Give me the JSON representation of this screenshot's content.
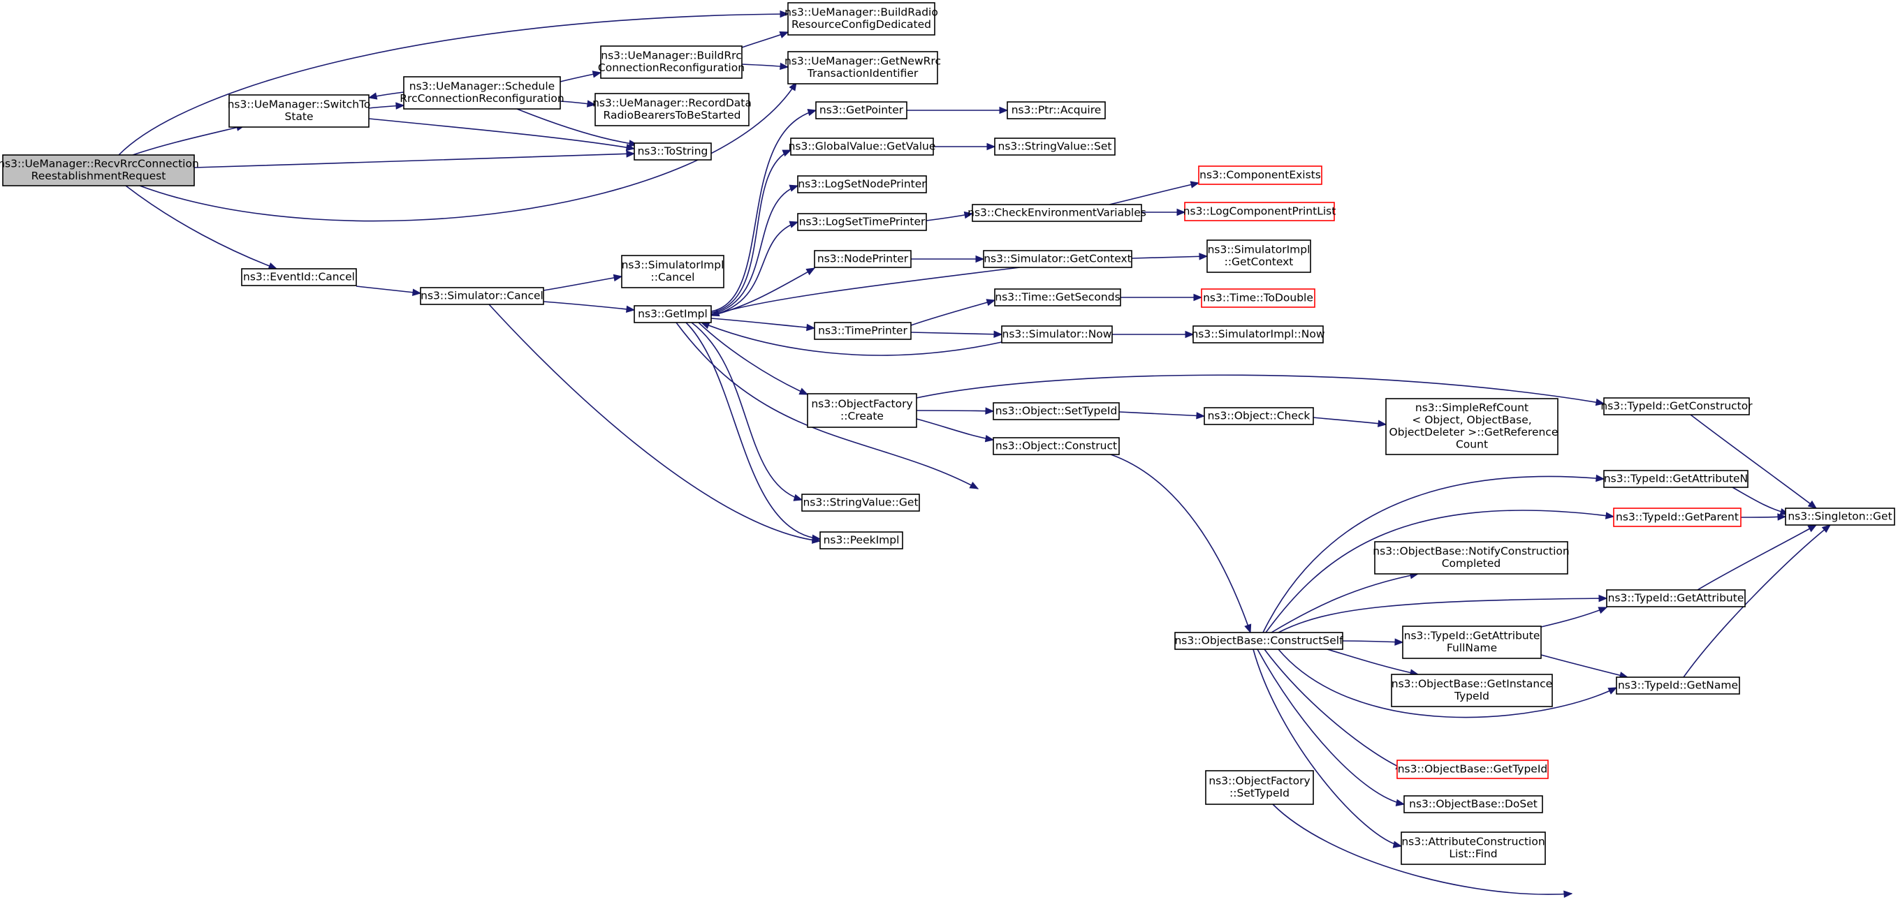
{
  "colors": {
    "edge": "#191970",
    "node_border": "#000000",
    "truncated_border": "#ff0000",
    "root_fill": "#bfbfbf",
    "node_fill": "#ffffff"
  },
  "nodes": [
    {
      "id": "root",
      "lines": [
        "ns3::UeManager::RecvRrcConnection",
        "ReestablishmentRequest"
      ],
      "kind": "root"
    },
    {
      "id": "switchTo",
      "lines": [
        "ns3::UeManager::SwitchTo",
        "State"
      ]
    },
    {
      "id": "schedRrc",
      "lines": [
        "ns3::UeManager::Schedule",
        "RrcConnectionReconfiguration"
      ]
    },
    {
      "id": "buildRrc",
      "lines": [
        "ns3::UeManager::BuildRrc",
        "ConnectionReconfiguration"
      ]
    },
    {
      "id": "buildRadio",
      "lines": [
        "ns3::UeManager::BuildRadio",
        "ResourceConfigDedicated"
      ]
    },
    {
      "id": "getNewRrc",
      "lines": [
        "ns3::UeManager::GetNewRrc",
        "TransactionIdentifier"
      ]
    },
    {
      "id": "recordData",
      "lines": [
        "ns3::UeManager::RecordData",
        "RadioBearersToBeStarted"
      ]
    },
    {
      "id": "toString",
      "lines": [
        "ns3::ToString"
      ]
    },
    {
      "id": "eventCancel",
      "lines": [
        "ns3::EventId::Cancel"
      ]
    },
    {
      "id": "simCancel",
      "lines": [
        "ns3::Simulator::Cancel"
      ]
    },
    {
      "id": "simImplCancel",
      "lines": [
        "ns3::SimulatorImpl",
        "::Cancel"
      ]
    },
    {
      "id": "getImpl",
      "lines": [
        "ns3::GetImpl"
      ]
    },
    {
      "id": "getPointer",
      "lines": [
        "ns3::GetPointer"
      ]
    },
    {
      "id": "ptrAcquire",
      "lines": [
        "ns3::Ptr::Acquire"
      ]
    },
    {
      "id": "gvGetValue",
      "lines": [
        "ns3::GlobalValue::GetValue"
      ]
    },
    {
      "id": "svSet",
      "lines": [
        "ns3::StringValue::Set"
      ]
    },
    {
      "id": "logNode",
      "lines": [
        "ns3::LogSetNodePrinter"
      ]
    },
    {
      "id": "logTime",
      "lines": [
        "ns3::LogSetTimePrinter"
      ]
    },
    {
      "id": "checkEnv",
      "lines": [
        "ns3::CheckEnvironmentVariables"
      ]
    },
    {
      "id": "compExists",
      "lines": [
        "ns3::ComponentExists"
      ],
      "kind": "trunc"
    },
    {
      "id": "logCompPrint",
      "lines": [
        "ns3::LogComponentPrintList"
      ],
      "kind": "trunc"
    },
    {
      "id": "nodePrinter",
      "lines": [
        "ns3::NodePrinter"
      ]
    },
    {
      "id": "simGetContext",
      "lines": [
        "ns3::Simulator::GetContext"
      ]
    },
    {
      "id": "simImplGetContext",
      "lines": [
        "ns3::SimulatorImpl",
        "::GetContext"
      ]
    },
    {
      "id": "timeGetSeconds",
      "lines": [
        "ns3::Time::GetSeconds"
      ]
    },
    {
      "id": "timeToDouble",
      "lines": [
        "ns3::Time::ToDouble"
      ],
      "kind": "trunc"
    },
    {
      "id": "timePrinter",
      "lines": [
        "ns3::TimePrinter"
      ]
    },
    {
      "id": "simNow",
      "lines": [
        "ns3::Simulator::Now"
      ]
    },
    {
      "id": "simImplNow",
      "lines": [
        "ns3::SimulatorImpl::Now"
      ]
    },
    {
      "id": "ofCreate",
      "lines": [
        "ns3::ObjectFactory",
        "::Create"
      ]
    },
    {
      "id": "tidGetConstructor",
      "lines": [
        "ns3::TypeId::GetConstructor"
      ]
    },
    {
      "id": "objSetTypeId",
      "lines": [
        "ns3::Object::SetTypeId"
      ]
    },
    {
      "id": "objCheck",
      "lines": [
        "ns3::Object::Check"
      ]
    },
    {
      "id": "simpleRef",
      "lines": [
        "ns3::SimpleRefCount",
        "< Object, ObjectBase,",
        " ObjectDeleter >::GetReference",
        "Count"
      ]
    },
    {
      "id": "objConstruct",
      "lines": [
        "ns3::Object::Construct"
      ]
    },
    {
      "id": "svGet",
      "lines": [
        "ns3::StringValue::Get"
      ]
    },
    {
      "id": "peekImpl",
      "lines": [
        "ns3::PeekImpl"
      ]
    },
    {
      "id": "tidGetAttrN",
      "lines": [
        "ns3::TypeId::GetAttributeN"
      ]
    },
    {
      "id": "tidGetParent",
      "lines": [
        "ns3::TypeId::GetParent"
      ],
      "kind": "trunc"
    },
    {
      "id": "singletonGet",
      "lines": [
        "ns3::Singleton::Get"
      ]
    },
    {
      "id": "obNotify",
      "lines": [
        "ns3::ObjectBase::NotifyConstruction",
        "Completed"
      ]
    },
    {
      "id": "tidGetAttr",
      "lines": [
        "ns3::TypeId::GetAttribute"
      ]
    },
    {
      "id": "obConstructSelf",
      "lines": [
        "ns3::ObjectBase::ConstructSelf"
      ]
    },
    {
      "id": "tidGetAttrFull",
      "lines": [
        "ns3::TypeId::GetAttribute",
        "FullName"
      ]
    },
    {
      "id": "obGetInstance",
      "lines": [
        "ns3::ObjectBase::GetInstance",
        "TypeId"
      ]
    },
    {
      "id": "tidGetName",
      "lines": [
        "ns3::TypeId::GetName"
      ]
    },
    {
      "id": "obGetTypeId",
      "lines": [
        "ns3::ObjectBase::GetTypeId"
      ],
      "kind": "trunc"
    },
    {
      "id": "ofSetTypeId",
      "lines": [
        "ns3::ObjectFactory",
        "::SetTypeId"
      ]
    },
    {
      "id": "obDoSet",
      "lines": [
        "ns3::ObjectBase::DoSet"
      ]
    },
    {
      "id": "acFind",
      "lines": [
        "ns3::AttributeConstruction",
        "List::Find"
      ]
    }
  ],
  "edges": [
    [
      "root",
      "buildRadio"
    ],
    [
      "root",
      "switchTo"
    ],
    [
      "root",
      "toString"
    ],
    [
      "root",
      "getNewRrc"
    ],
    [
      "root",
      "eventCancel"
    ],
    [
      "switchTo",
      "schedRrc"
    ],
    [
      "switchTo",
      "toString"
    ],
    [
      "schedRrc",
      "switchTo"
    ],
    [
      "schedRrc",
      "buildRrc"
    ],
    [
      "schedRrc",
      "recordData"
    ],
    [
      "schedRrc",
      "toString"
    ],
    [
      "buildRrc",
      "buildRadio"
    ],
    [
      "buildRrc",
      "getNewRrc"
    ],
    [
      "eventCancel",
      "simCancel"
    ],
    [
      "simCancel",
      "simImplCancel"
    ],
    [
      "simCancel",
      "getImpl"
    ],
    [
      "simCancel",
      "peekImpl"
    ],
    [
      "getImpl",
      "getPointer"
    ],
    [
      "getImpl",
      "gvGetValue"
    ],
    [
      "getImpl",
      "logNode"
    ],
    [
      "getImpl",
      "logTime"
    ],
    [
      "getImpl",
      "nodePrinter"
    ],
    [
      "getImpl",
      "timePrinter"
    ],
    [
      "getImpl",
      "ofCreate"
    ],
    [
      "getImpl",
      "svGet"
    ],
    [
      "getImpl",
      "peekImpl"
    ],
    [
      "getImpl",
      "ofSetTypeId"
    ],
    [
      "simGetContext",
      "getImpl"
    ],
    [
      "simNow",
      "getImpl"
    ],
    [
      "getPointer",
      "ptrAcquire"
    ],
    [
      "gvGetValue",
      "svSet"
    ],
    [
      "logTime",
      "checkEnv"
    ],
    [
      "checkEnv",
      "compExists"
    ],
    [
      "checkEnv",
      "logCompPrint"
    ],
    [
      "nodePrinter",
      "simGetContext"
    ],
    [
      "simGetContext",
      "simImplGetContext"
    ],
    [
      "timePrinter",
      "timeGetSeconds"
    ],
    [
      "timePrinter",
      "simNow"
    ],
    [
      "timeGetSeconds",
      "timeToDouble"
    ],
    [
      "simNow",
      "simImplNow"
    ],
    [
      "ofCreate",
      "tidGetConstructor"
    ],
    [
      "ofCreate",
      "objSetTypeId"
    ],
    [
      "ofCreate",
      "objConstruct"
    ],
    [
      "objSetTypeId",
      "objCheck"
    ],
    [
      "objCheck",
      "simpleRef"
    ],
    [
      "objConstruct",
      "obConstructSelf"
    ],
    [
      "tidGetConstructor",
      "singletonGet"
    ],
    [
      "tidGetAttrN",
      "singletonGet"
    ],
    [
      "tidGetParent",
      "singletonGet"
    ],
    [
      "tidGetAttr",
      "singletonGet"
    ],
    [
      "tidGetName",
      "singletonGet"
    ],
    [
      "obConstructSelf",
      "tidGetAttrN"
    ],
    [
      "obConstructSelf",
      "tidGetParent"
    ],
    [
      "obConstructSelf",
      "obNotify"
    ],
    [
      "obConstructSelf",
      "tidGetAttr"
    ],
    [
      "obConstructSelf",
      "tidGetAttrFull"
    ],
    [
      "obConstructSelf",
      "obGetInstance"
    ],
    [
      "obConstructSelf",
      "tidGetName"
    ],
    [
      "obConstructSelf",
      "obGetTypeId"
    ],
    [
      "obConstructSelf",
      "obDoSet"
    ],
    [
      "obConstructSelf",
      "acFind"
    ],
    [
      "tidGetAttrFull",
      "tidGetAttr"
    ],
    [
      "tidGetAttrFull",
      "tidGetName"
    ],
    [
      "ofSetTypeId",
      "tidGetName"
    ]
  ]
}
